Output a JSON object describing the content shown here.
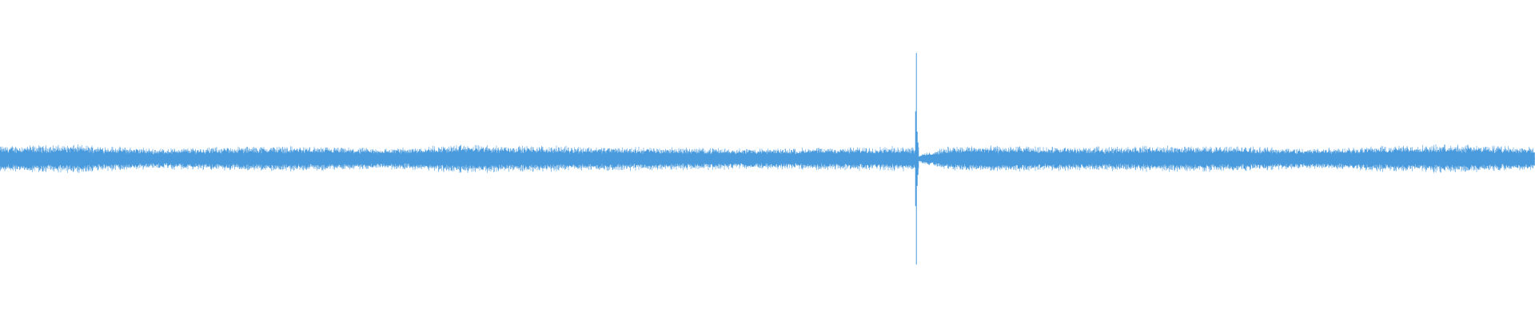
{
  "chart_data": {
    "type": "line",
    "title": "",
    "xlabel": "",
    "ylabel": "",
    "axes_visible": false,
    "grid": false,
    "legend": "none",
    "xlim": [
      0,
      1
    ],
    "ylim": [
      -1,
      1
    ],
    "series": [
      {
        "color": "#4a9bdd",
        "baseline_y": 0,
        "noise_amplitude_range": [
          0.06,
          0.11
        ],
        "amplitude_envelope": {
          "x": [
            0,
            0.05,
            0.1,
            0.18,
            0.25,
            0.3,
            0.35,
            0.42,
            0.5,
            0.56,
            0.6,
            0.65,
            0.7,
            0.75,
            0.8,
            0.85,
            0.9,
            0.95,
            1.0
          ],
          "amplitude": [
            0.1,
            0.11,
            0.08,
            0.1,
            0.08,
            0.11,
            0.1,
            0.09,
            0.08,
            0.09,
            0.1,
            0.1,
            0.09,
            0.1,
            0.1,
            0.08,
            0.1,
            0.11,
            0.09
          ]
        },
        "spike": {
          "x": 0.597,
          "peak_max": 0.78,
          "peak_min": -0.78,
          "quiet_after_until_x": 0.62
        }
      }
    ]
  }
}
